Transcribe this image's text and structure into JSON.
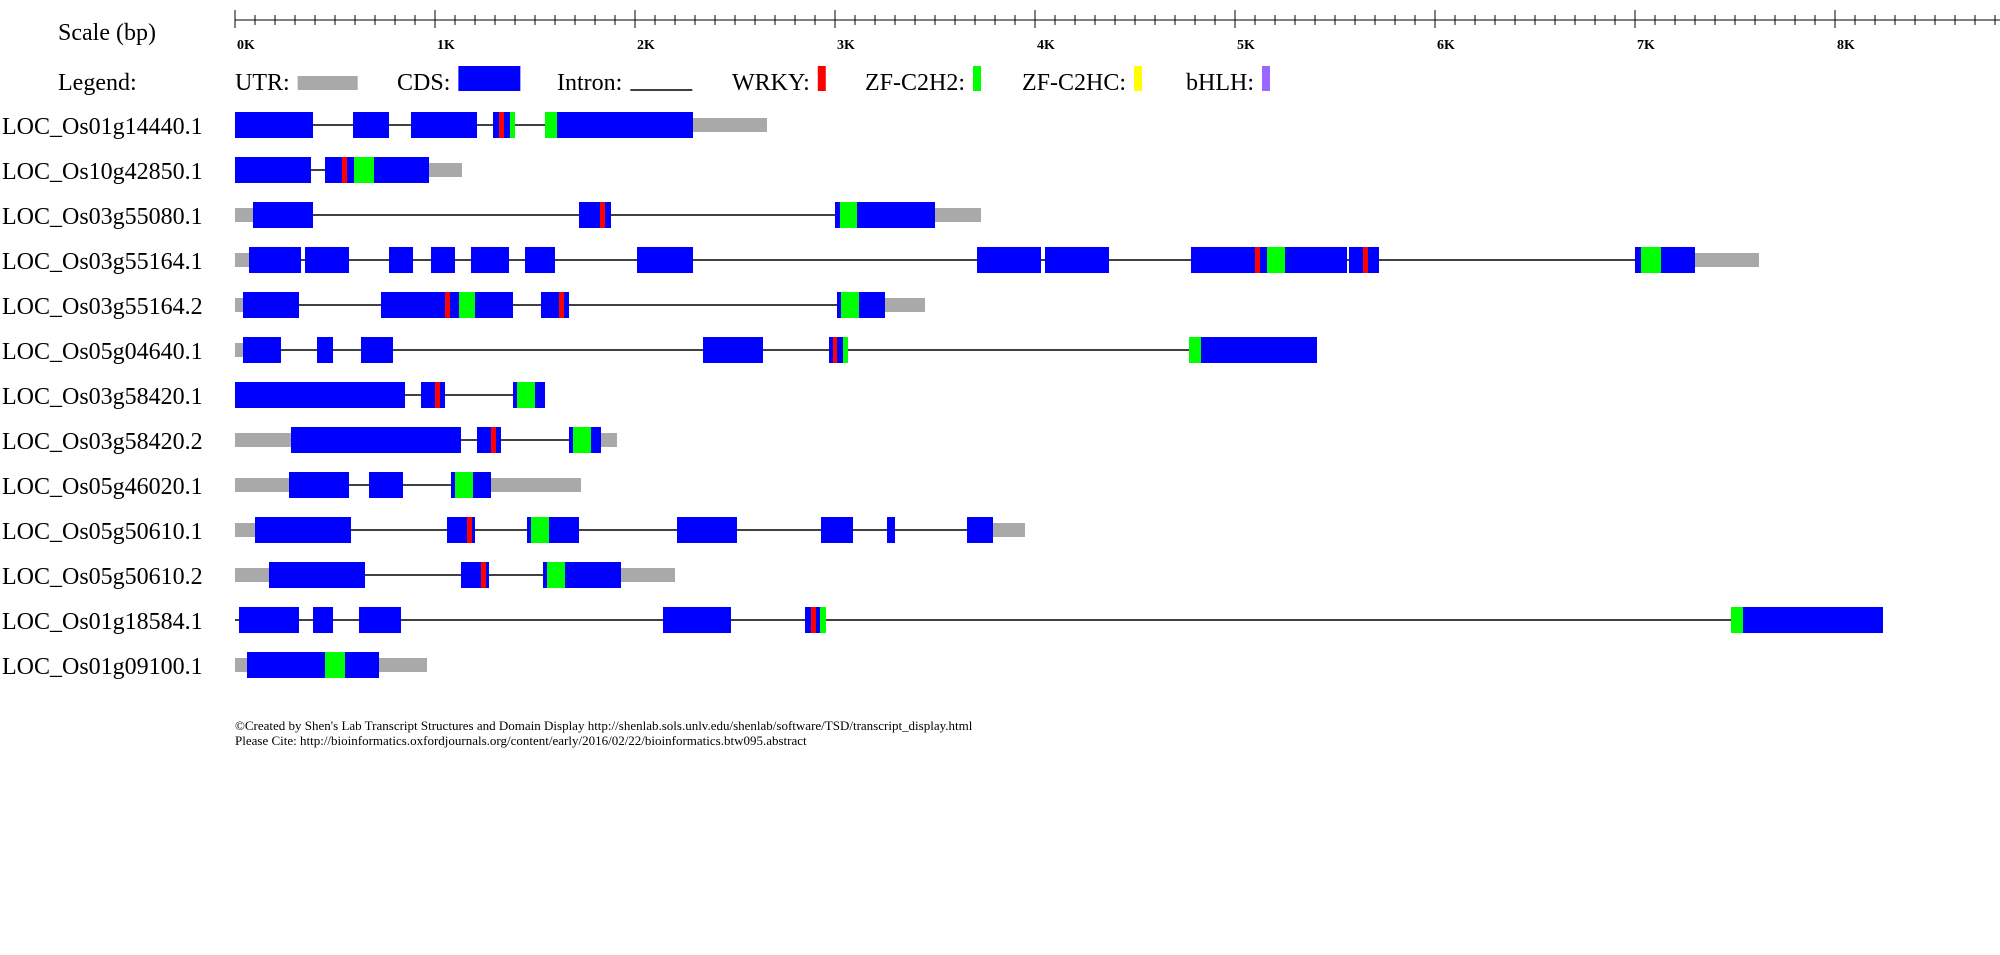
{
  "scale": {
    "label": "Scale (bp)",
    "tick_labels": [
      "0K",
      "1K",
      "2K",
      "3K",
      "4K",
      "5K",
      "6K",
      "7K",
      "8K"
    ],
    "max_bp": 8900,
    "minor_tick_bp": 100
  },
  "legend": {
    "label": "Legend:",
    "items": [
      {
        "label": "UTR:",
        "kind": "utr"
      },
      {
        "label": "CDS:",
        "kind": "cds"
      },
      {
        "label": "Intron:",
        "kind": "intron"
      },
      {
        "label": "WRKY:",
        "kind": "domain",
        "color": "#ff0000"
      },
      {
        "label": "ZF-C2H2:",
        "kind": "domain",
        "color": "#00ff00"
      },
      {
        "label": "ZF-C2HC:",
        "kind": "domain",
        "color": "#ffff00"
      },
      {
        "label": "bHLH:",
        "kind": "domain",
        "color": "#9966ff"
      }
    ]
  },
  "colors": {
    "utr": "#a9a9a9",
    "cds": "#0000ff",
    "intron": "#000000",
    "wrky": "#ff0000",
    "zf_c2h2": "#00ff00"
  },
  "transcripts": [
    {
      "name": "LOC_Os01g14440.1",
      "start": 0,
      "end": 2660,
      "exons": [
        {
          "t": "cds",
          "s": 0,
          "e": 390
        },
        {
          "t": "cds",
          "s": 590,
          "e": 770
        },
        {
          "t": "cds",
          "s": 880,
          "e": 1210
        },
        {
          "t": "cds",
          "s": 1290,
          "e": 1390
        },
        {
          "t": "cds",
          "s": 1550,
          "e": 1600
        },
        {
          "t": "cds",
          "s": 1600,
          "e": 2290
        },
        {
          "t": "utr",
          "s": 2290,
          "e": 2660
        }
      ],
      "domains": [
        {
          "t": "wrky",
          "s": 1320,
          "e": 1345
        },
        {
          "t": "zf_c2h2",
          "s": 1375,
          "e": 1400
        },
        {
          "t": "zf_c2h2",
          "s": 1550,
          "e": 1610
        }
      ]
    },
    {
      "name": "LOC_Os10g42850.1",
      "start": 0,
      "end": 1135,
      "exons": [
        {
          "t": "cds",
          "s": 0,
          "e": 380
        },
        {
          "t": "cds",
          "s": 450,
          "e": 970
        },
        {
          "t": "utr",
          "s": 970,
          "e": 1135
        }
      ],
      "domains": [
        {
          "t": "wrky",
          "s": 535,
          "e": 560
        },
        {
          "t": "zf_c2h2",
          "s": 595,
          "e": 695
        }
      ]
    },
    {
      "name": "LOC_Os03g55080.1",
      "start": 0,
      "end": 3730,
      "exons": [
        {
          "t": "utr",
          "s": 0,
          "e": 90
        },
        {
          "t": "cds",
          "s": 90,
          "e": 390
        },
        {
          "t": "cds",
          "s": 1720,
          "e": 1880
        },
        {
          "t": "cds",
          "s": 3000,
          "e": 3500
        },
        {
          "t": "utr",
          "s": 3500,
          "e": 3730
        }
      ],
      "domains": [
        {
          "t": "wrky",
          "s": 1825,
          "e": 1850
        },
        {
          "t": "zf_c2h2",
          "s": 3025,
          "e": 3110
        }
      ]
    },
    {
      "name": "LOC_Os03g55164.1",
      "start": 0,
      "end": 7620,
      "exons": [
        {
          "t": "utr",
          "s": 0,
          "e": 70
        },
        {
          "t": "cds",
          "s": 70,
          "e": 330
        },
        {
          "t": "cds",
          "s": 350,
          "e": 570
        },
        {
          "t": "cds",
          "s": 770,
          "e": 890
        },
        {
          "t": "cds",
          "s": 980,
          "e": 1100
        },
        {
          "t": "cds",
          "s": 1180,
          "e": 1370
        },
        {
          "t": "cds",
          "s": 1450,
          "e": 1600
        },
        {
          "t": "cds",
          "s": 2010,
          "e": 2290
        },
        {
          "t": "cds",
          "s": 3710,
          "e": 4030
        },
        {
          "t": "cds",
          "s": 4050,
          "e": 4370
        },
        {
          "t": "cds",
          "s": 4780,
          "e": 5120
        },
        {
          "t": "cds",
          "s": 5120,
          "e": 5560
        },
        {
          "t": "cds",
          "s": 5570,
          "e": 5720
        },
        {
          "t": "cds",
          "s": 7000,
          "e": 7300
        },
        {
          "t": "utr",
          "s": 7300,
          "e": 7620
        }
      ],
      "domains": [
        {
          "t": "wrky",
          "s": 5100,
          "e": 5125
        },
        {
          "t": "zf_c2h2",
          "s": 5160,
          "e": 5250
        },
        {
          "t": "wrky",
          "s": 5640,
          "e": 5665
        },
        {
          "t": "zf_c2h2",
          "s": 7030,
          "e": 7130
        }
      ]
    },
    {
      "name": "LOC_Os03g55164.2",
      "start": 0,
      "end": 3450,
      "exons": [
        {
          "t": "utr",
          "s": 0,
          "e": 40
        },
        {
          "t": "cds",
          "s": 40,
          "e": 320
        },
        {
          "t": "cds",
          "s": 730,
          "e": 1390
        },
        {
          "t": "cds",
          "s": 1530,
          "e": 1670
        },
        {
          "t": "cds",
          "s": 3010,
          "e": 3250
        },
        {
          "t": "utr",
          "s": 3250,
          "e": 3450
        }
      ],
      "domains": [
        {
          "t": "wrky",
          "s": 1050,
          "e": 1075
        },
        {
          "t": "zf_c2h2",
          "s": 1120,
          "e": 1200
        },
        {
          "t": "wrky",
          "s": 1620,
          "e": 1645
        },
        {
          "t": "zf_c2h2",
          "s": 3030,
          "e": 3120
        }
      ]
    },
    {
      "name": "LOC_Os05g04640.1",
      "start": 0,
      "end": 5410,
      "exons": [
        {
          "t": "utr",
          "s": 0,
          "e": 40
        },
        {
          "t": "cds",
          "s": 40,
          "e": 230
        },
        {
          "t": "cds",
          "s": 410,
          "e": 490
        },
        {
          "t": "cds",
          "s": 630,
          "e": 790
        },
        {
          "t": "cds",
          "s": 2340,
          "e": 2640
        },
        {
          "t": "cds",
          "s": 2970,
          "e": 3060
        },
        {
          "t": "cds",
          "s": 4770,
          "e": 5410
        }
      ],
      "domains": [
        {
          "t": "wrky",
          "s": 2990,
          "e": 3010
        },
        {
          "t": "zf_c2h2",
          "s": 3040,
          "e": 3065
        },
        {
          "t": "zf_c2h2",
          "s": 4770,
          "e": 4830
        }
      ]
    },
    {
      "name": "LOC_Os03g58420.1",
      "start": 0,
      "end": 1550,
      "exons": [
        {
          "t": "cds",
          "s": 0,
          "e": 850
        },
        {
          "t": "cds",
          "s": 930,
          "e": 1050
        },
        {
          "t": "cds",
          "s": 1390,
          "e": 1550
        }
      ],
      "domains": [
        {
          "t": "wrky",
          "s": 1000,
          "e": 1025
        },
        {
          "t": "zf_c2h2",
          "s": 1410,
          "e": 1500
        }
      ]
    },
    {
      "name": "LOC_Os03g58420.2",
      "start": 0,
      "end": 1910,
      "exons": [
        {
          "t": "utr",
          "s": 0,
          "e": 280
        },
        {
          "t": "cds",
          "s": 280,
          "e": 1130
        },
        {
          "t": "cds",
          "s": 1210,
          "e": 1330
        },
        {
          "t": "cds",
          "s": 1670,
          "e": 1830
        },
        {
          "t": "utr",
          "s": 1830,
          "e": 1910
        }
      ],
      "domains": [
        {
          "t": "wrky",
          "s": 1280,
          "e": 1305
        },
        {
          "t": "zf_c2h2",
          "s": 1690,
          "e": 1780
        }
      ]
    },
    {
      "name": "LOC_Os05g46020.1",
      "start": 0,
      "end": 1730,
      "exons": [
        {
          "t": "utr",
          "s": 0,
          "e": 270
        },
        {
          "t": "cds",
          "s": 270,
          "e": 570
        },
        {
          "t": "cds",
          "s": 670,
          "e": 840
        },
        {
          "t": "cds",
          "s": 1080,
          "e": 1280
        },
        {
          "t": "utr",
          "s": 1280,
          "e": 1730
        }
      ],
      "domains": [
        {
          "t": "zf_c2h2",
          "s": 1100,
          "e": 1190
        }
      ]
    },
    {
      "name": "LOC_Os05g50610.1",
      "start": 0,
      "end": 3950,
      "exons": [
        {
          "t": "utr",
          "s": 0,
          "e": 100
        },
        {
          "t": "cds",
          "s": 100,
          "e": 580
        },
        {
          "t": "cds",
          "s": 1060,
          "e": 1200
        },
        {
          "t": "cds",
          "s": 1460,
          "e": 1720
        },
        {
          "t": "cds",
          "s": 2210,
          "e": 2510
        },
        {
          "t": "cds",
          "s": 2930,
          "e": 3090
        },
        {
          "t": "cds",
          "s": 3260,
          "e": 3300
        },
        {
          "t": "cds",
          "s": 3660,
          "e": 3790
        },
        {
          "t": "utr",
          "s": 3790,
          "e": 3950
        }
      ],
      "domains": [
        {
          "t": "wrky",
          "s": 1160,
          "e": 1185
        },
        {
          "t": "zf_c2h2",
          "s": 1480,
          "e": 1570
        }
      ]
    },
    {
      "name": "LOC_Os05g50610.2",
      "start": 0,
      "end": 2200,
      "exons": [
        {
          "t": "utr",
          "s": 0,
          "e": 170
        },
        {
          "t": "cds",
          "s": 170,
          "e": 650
        },
        {
          "t": "cds",
          "s": 1130,
          "e": 1270
        },
        {
          "t": "cds",
          "s": 1540,
          "e": 1930
        },
        {
          "t": "utr",
          "s": 1930,
          "e": 2200
        }
      ],
      "domains": [
        {
          "t": "wrky",
          "s": 1230,
          "e": 1255
        },
        {
          "t": "zf_c2h2",
          "s": 1560,
          "e": 1650
        }
      ]
    },
    {
      "name": "LOC_Os01g18584.1",
      "start": 0,
      "end": 8240,
      "exons": [
        {
          "t": "cds",
          "s": 20,
          "e": 320
        },
        {
          "t": "cds",
          "s": 390,
          "e": 490
        },
        {
          "t": "cds",
          "s": 620,
          "e": 830
        },
        {
          "t": "cds",
          "s": 2140,
          "e": 2480
        },
        {
          "t": "cds",
          "s": 2850,
          "e": 2950
        },
        {
          "t": "cds",
          "s": 7540,
          "e": 8240
        }
      ],
      "domains": [
        {
          "t": "wrky",
          "s": 2880,
          "e": 2905
        },
        {
          "t": "zf_c2h2",
          "s": 2925,
          "e": 2955
        },
        {
          "t": "zf_c2h2",
          "s": 7480,
          "e": 7540
        }
      ]
    },
    {
      "name": "LOC_Os01g09100.1",
      "start": 0,
      "end": 960,
      "exons": [
        {
          "t": "utr",
          "s": 0,
          "e": 60
        },
        {
          "t": "cds",
          "s": 60,
          "e": 720
        },
        {
          "t": "utr",
          "s": 720,
          "e": 960
        }
      ],
      "domains": [
        {
          "t": "zf_c2h2",
          "s": 450,
          "e": 550
        }
      ]
    }
  ],
  "footer": {
    "line1": "©Created by Shen's Lab Transcript Structures and Domain Display http://shenlab.sols.unlv.edu/shenlab/software/TSD/transcript_display.html",
    "line2": "Please Cite: http://bioinformatics.oxfordjournals.org/content/early/2016/02/22/bioinformatics.btw095.abstract"
  }
}
